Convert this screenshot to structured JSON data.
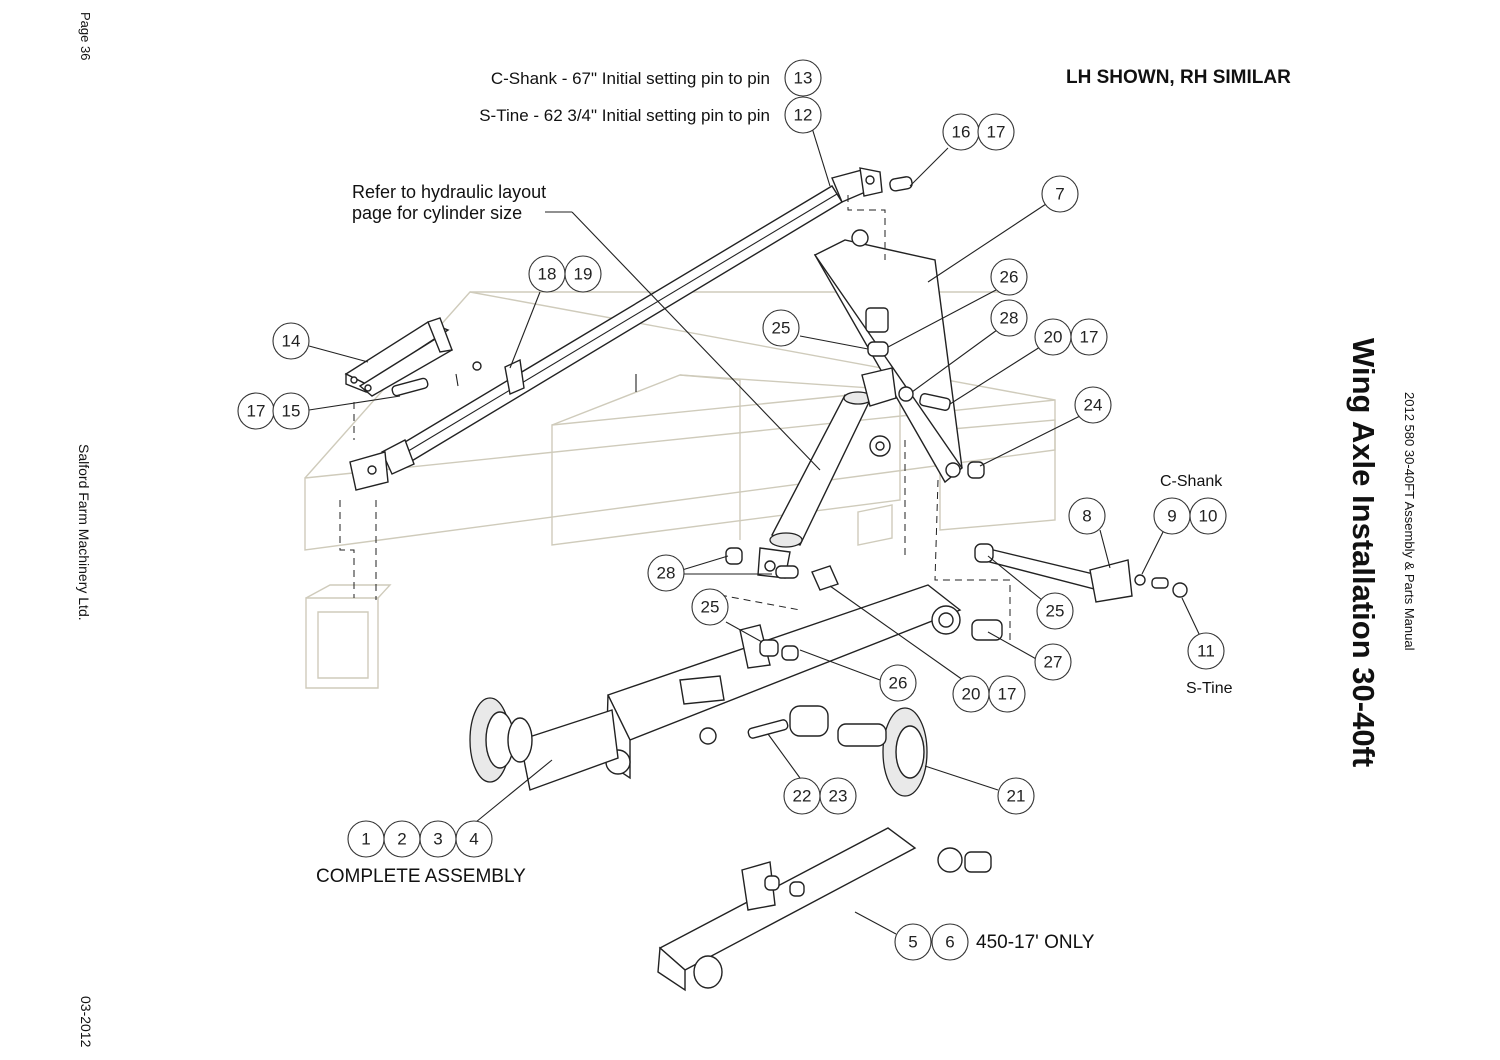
{
  "margin": {
    "page": "Page 36",
    "publisher": "Salford Farm Machinery Ltd.",
    "date": "03-2012",
    "manual": "2012 580 30-40FT Assembly & Parts Manual",
    "section_title": "Wing Axle Installation 30-40ft"
  },
  "notes": {
    "lh_shown": "LH SHOWN, RH SIMILAR",
    "c_shank_setting": "C-Shank - 67\" Initial setting pin to pin",
    "s_tine_setting": "S-Tine - 62 3/4\" Initial setting pin to pin",
    "refer_line1": "Refer to hydraulic layout",
    "refer_line2": "page for cylinder size",
    "c_shank": "C-Shank",
    "s_tine": "S-Tine",
    "complete_assembly": "COMPLETE ASSEMBLY",
    "only_450": "450-17' ONLY"
  },
  "callouts": {
    "c13": "13",
    "c12": "12",
    "c16": "16",
    "c17a": "17",
    "c7": "7",
    "c18": "18",
    "c19": "19",
    "c14": "14",
    "c17b": "17",
    "c15": "15",
    "c26a": "26",
    "c25a": "25",
    "c28a": "28",
    "c20a": "20",
    "c17c": "17",
    "c24": "24",
    "c8": "8",
    "c9": "9",
    "c10": "10",
    "c11": "11",
    "c28b": "28",
    "c25b": "25",
    "c25c": "25",
    "c27": "27",
    "c26b": "26",
    "c20b": "20",
    "c17d": "17",
    "c22": "22",
    "c23": "23",
    "c21": "21",
    "c1": "1",
    "c2": "2",
    "c3": "3",
    "c4": "4",
    "c5": "5",
    "c6": "6"
  }
}
